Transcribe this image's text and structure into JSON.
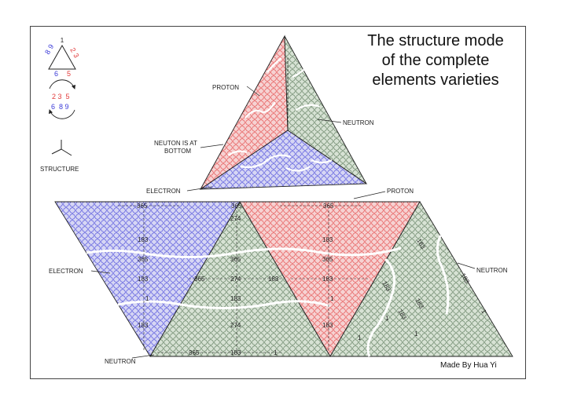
{
  "title": {
    "line1": "The structure mode",
    "line2": "of the complete",
    "line3": "elements varieties"
  },
  "credit": "Made By Hua Yi",
  "legend": {
    "triangle_numbers_red": [
      "2",
      "3",
      "5"
    ],
    "triangle_numbers_blue": [
      "6",
      "8",
      "9"
    ],
    "triangle_top": "1",
    "circle_numbers_red": "2 3  5",
    "circle_numbers_blue": "6  8 9",
    "structure_label": "STRUCTURE"
  },
  "pyramid_labels": {
    "proton": "PROTON",
    "neutron": "NEUTRON",
    "bottom_line1": "NEUTON IS AT",
    "bottom_line2": "BOTTOM",
    "electron": "ELECTRON"
  },
  "net_labels": {
    "proton": "PROTON",
    "electron": "ELECTRON",
    "neutron_right": "NEUTRON",
    "neutron_bottom": "NEUTRON"
  },
  "net_numbers": {
    "n365": "365",
    "n183": "183",
    "n274": "274",
    "n1": "1"
  },
  "colors": {
    "red": "#e23b3b",
    "blue": "#3b3bd8",
    "green": "#4f6f4f",
    "red_fill": "#f6d2d2",
    "blue_fill": "#d6d6f4",
    "green_fill": "#d7e2d4",
    "line": "#222222"
  }
}
